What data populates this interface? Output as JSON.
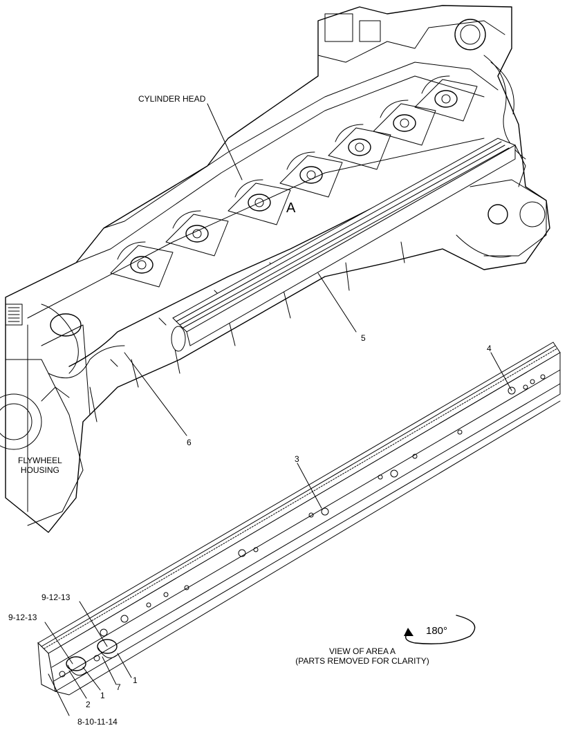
{
  "callouts": {
    "cylinder_head": "CYLINDER HEAD",
    "flywheel_housing_line1": "FLYWHEEL",
    "flywheel_housing_line2": "HOUSING",
    "area_marker": "A",
    "view_line1": "VIEW OF AREA  A",
    "view_line2": "(PARTS REMOVED FOR CLARITY)",
    "rotation": "180°"
  },
  "part_numbers": {
    "p1a": "1",
    "p1b": "1",
    "p2": "2",
    "p3": "3",
    "p4": "4",
    "p5": "5",
    "p6": "6",
    "p7": "7",
    "p9_12_13_upper": "9-12-13",
    "p9_12_13_lower": "9-12-13",
    "p8_10_11_14": "8-10-11-14"
  }
}
